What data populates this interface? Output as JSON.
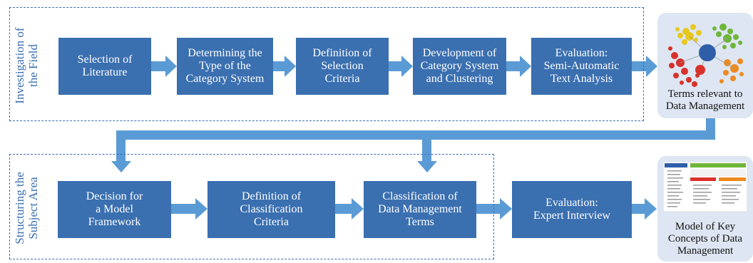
{
  "sections": {
    "investigation": "Investigation of\nthe Field",
    "structuring": "Structuring the\nSubject Area"
  },
  "phase1": {
    "selection_of_literature": "Selection of\nLiterature",
    "determining_type": "Determining the\nType of the\nCategory System",
    "definition_selection_criteria": "Definition of\nSelection\nCriteria",
    "development_category_system": "Development of\nCategory System\nand Clustering",
    "evaluation_text_analysis": "Evaluation:\nSemi-Automatic\nText Analysis"
  },
  "phase2": {
    "decision_model_framework": "Decision for\na Model\nFramework",
    "definition_classification_criteria": "Definition of\nClassification\nCriteria",
    "classification_terms": "Classification of\nData Management\nTerms",
    "evaluation_expert_interview": "Evaluation:\nExpert Interview"
  },
  "outputs": {
    "terms_relevant": "Terms relevant to\nData Management",
    "model_key_concepts": "Model of Key\nConcepts of Data\nManagement"
  },
  "colors": {
    "box": "#3a6fb0",
    "arrow": "#5b9bd5",
    "dashed_border": "#3a6fb0",
    "output_bg": "#dde6f2",
    "bubble_red": "#d9312b",
    "bubble_green": "#6fb63a",
    "bubble_orange": "#ee8a1f",
    "bubble_yellow": "#e8c81e",
    "bubble_center": "#2f5ea8"
  }
}
